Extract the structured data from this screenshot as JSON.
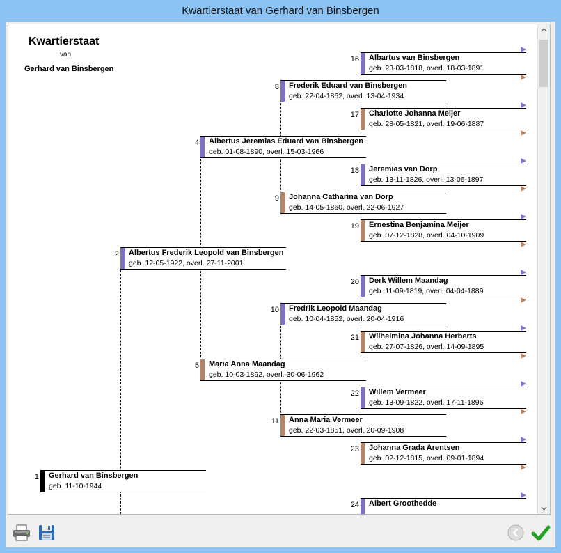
{
  "window": {
    "title": "Kwartierstaat van Gerhard van Binsbergen"
  },
  "report": {
    "title": "Kwartierstaat",
    "van": "van",
    "subject": "Gerhard van Binsbergen"
  },
  "persons": [
    {
      "num": "1",
      "name": "Gerhard van Binsbergen",
      "dates": "geb. 11-10-1944",
      "sex": "root"
    },
    {
      "num": "2",
      "name": "Albertus Frederik Leopold van Binsbergen",
      "dates": "geb. 12-05-1922, overl. 27-11-2001",
      "sex": "m"
    },
    {
      "num": "4",
      "name": "Albertus Jeremias Eduard van Binsbergen",
      "dates": "geb. 01-08-1890, overl. 15-03-1966",
      "sex": "m"
    },
    {
      "num": "5",
      "name": "Maria Anna Maandag",
      "dates": "geb. 10-03-1892, overl. 30-06-1962",
      "sex": "f"
    },
    {
      "num": "8",
      "name": "Frederik Eduard van Binsbergen",
      "dates": "geb. 22-04-1862, overl. 13-04-1934",
      "sex": "m"
    },
    {
      "num": "9",
      "name": "Johanna Catharina van Dorp",
      "dates": "geb. 14-05-1860, overl. 22-06-1927",
      "sex": "f"
    },
    {
      "num": "10",
      "name": "Fredrik Leopold Maandag",
      "dates": "geb. 10-04-1852, overl. 20-04-1916",
      "sex": "m"
    },
    {
      "num": "11",
      "name": "Anna Maria Vermeer",
      "dates": "geb. 22-03-1851, overl. 20-09-1908",
      "sex": "f"
    },
    {
      "num": "16",
      "name": "Albartus van Binsbergen",
      "dates": "geb. 23-03-1818, overl. 18-03-1891",
      "sex": "m"
    },
    {
      "num": "17",
      "name": "Charlotte Johanna Meijer",
      "dates": "geb. 28-05-1821, overl. 19-06-1887",
      "sex": "f"
    },
    {
      "num": "18",
      "name": "Jeremias van Dorp",
      "dates": "geb. 13-11-1826, overl. 13-06-1897",
      "sex": "m"
    },
    {
      "num": "19",
      "name": "Ernestina Benjamina Meijer",
      "dates": "geb. 07-12-1828, overl. 04-10-1909",
      "sex": "f"
    },
    {
      "num": "20",
      "name": "Derk Willem Maandag",
      "dates": "geb. 11-09-1819, overl. 04-04-1889",
      "sex": "m"
    },
    {
      "num": "21",
      "name": "Wilhelmina Johanna Herberts",
      "dates": "geb. 27-07-1826, overl. 14-09-1895",
      "sex": "f"
    },
    {
      "num": "22",
      "name": "Willem Vermeer",
      "dates": "geb. 13-09-1822, overl. 17-11-1896",
      "sex": "m"
    },
    {
      "num": "23",
      "name": "Johanna Grada Arentsen",
      "dates": "geb. 02-12-1815, overl. 09-01-1894",
      "sex": "f"
    },
    {
      "num": "24",
      "name": "Albert Groothedde",
      "dates": "",
      "sex": "m"
    }
  ],
  "footer": {
    "print_icon": "printer-icon",
    "save_icon": "floppy-disk-icon",
    "back_icon": "back-arrow-icon",
    "ok_icon": "checkmark-icon"
  },
  "colors": {
    "male": "#7e70c7",
    "female": "#b38564"
  }
}
